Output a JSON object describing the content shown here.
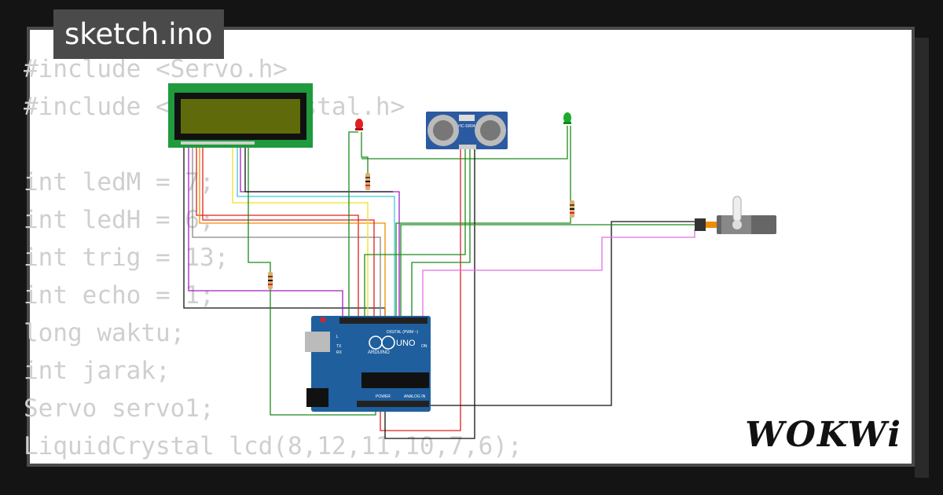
{
  "tab": {
    "filename": "sketch.ino"
  },
  "code_lines": [
    "#include <Servo.h>",
    "#include <LiquidCrystal.h>",
    "",
    "int ledM = 7;",
    "int ledH = 6;",
    "int trig = 13;",
    "int echo = 1;",
    "long waktu;",
    "int jarak;",
    "Servo servo1;",
    "LiquidCrystal lcd(8,12,11,10,7,6);"
  ],
  "arduino": {
    "brand": "ARDUINO",
    "model": "UNO",
    "section_digital": "DIGITAL (PWM ~)",
    "section_analog": "ANALOG IN",
    "section_power": "POWER",
    "label_on": "ON",
    "label_tx": "TX",
    "label_rx": "RX",
    "label_l": "L"
  },
  "sensor": {
    "label": "HC-SR04"
  },
  "brand": {
    "logo_text": "WOKWi"
  },
  "colors": {
    "card_bg": "#ffffff",
    "page_bg": "#141414",
    "tab_bg": "#4a4a4a",
    "code_text": "#cfcfcf",
    "lcd_pcb": "#1f9a3c",
    "lcd_screen": "#5f6b0a",
    "arduino_pcb": "#1f5f9e",
    "sensor_pcb": "#2c5aa0",
    "wire_green": "#1c8a1c",
    "wire_red": "#e02020",
    "wire_black": "#111111",
    "wire_purple": "#a020c0",
    "wire_yellow": "#f0e020",
    "wire_orange": "#f08c00",
    "wire_cyan": "#40c8e0",
    "wire_gray": "#888888",
    "wire_pink": "#e070e0"
  }
}
